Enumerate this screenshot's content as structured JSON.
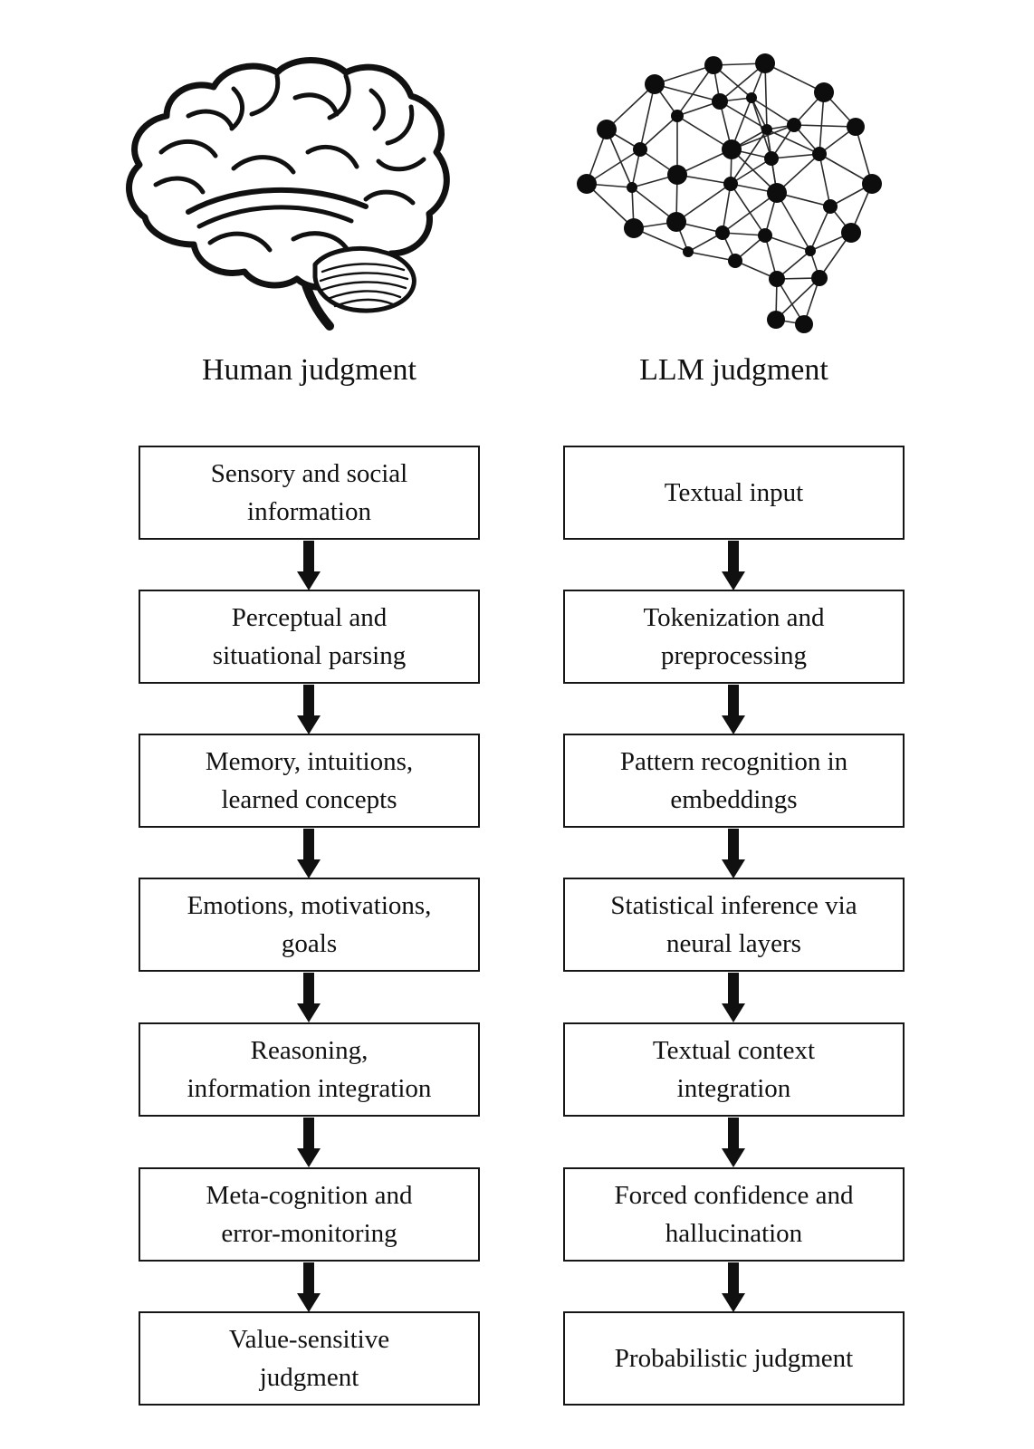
{
  "figure": {
    "colors": {
      "ink": "#111111",
      "background": "#ffffff"
    },
    "columns": [
      {
        "label": "Human judgment",
        "icon": "human-brain-icon",
        "steps": [
          "Sensory and social\ninformation",
          "Perceptual and\nsituational parsing",
          "Memory, intuitions,\nlearned concepts",
          "Emotions, motivations,\ngoals",
          "Reasoning,\ninformation integration",
          "Meta-cognition and\nerror-monitoring",
          "Value-sensitive\njudgment"
        ]
      },
      {
        "label": "LLM judgment",
        "icon": "network-brain-icon",
        "steps": [
          "Textual input",
          "Tokenization and\npreprocessing",
          "Pattern recognition in\nembeddings",
          "Statistical inference via\nneural layers",
          "Textual context\nintegration",
          "Forced confidence and\nhallucination",
          "Probabilistic judgment"
        ]
      }
    ]
  }
}
